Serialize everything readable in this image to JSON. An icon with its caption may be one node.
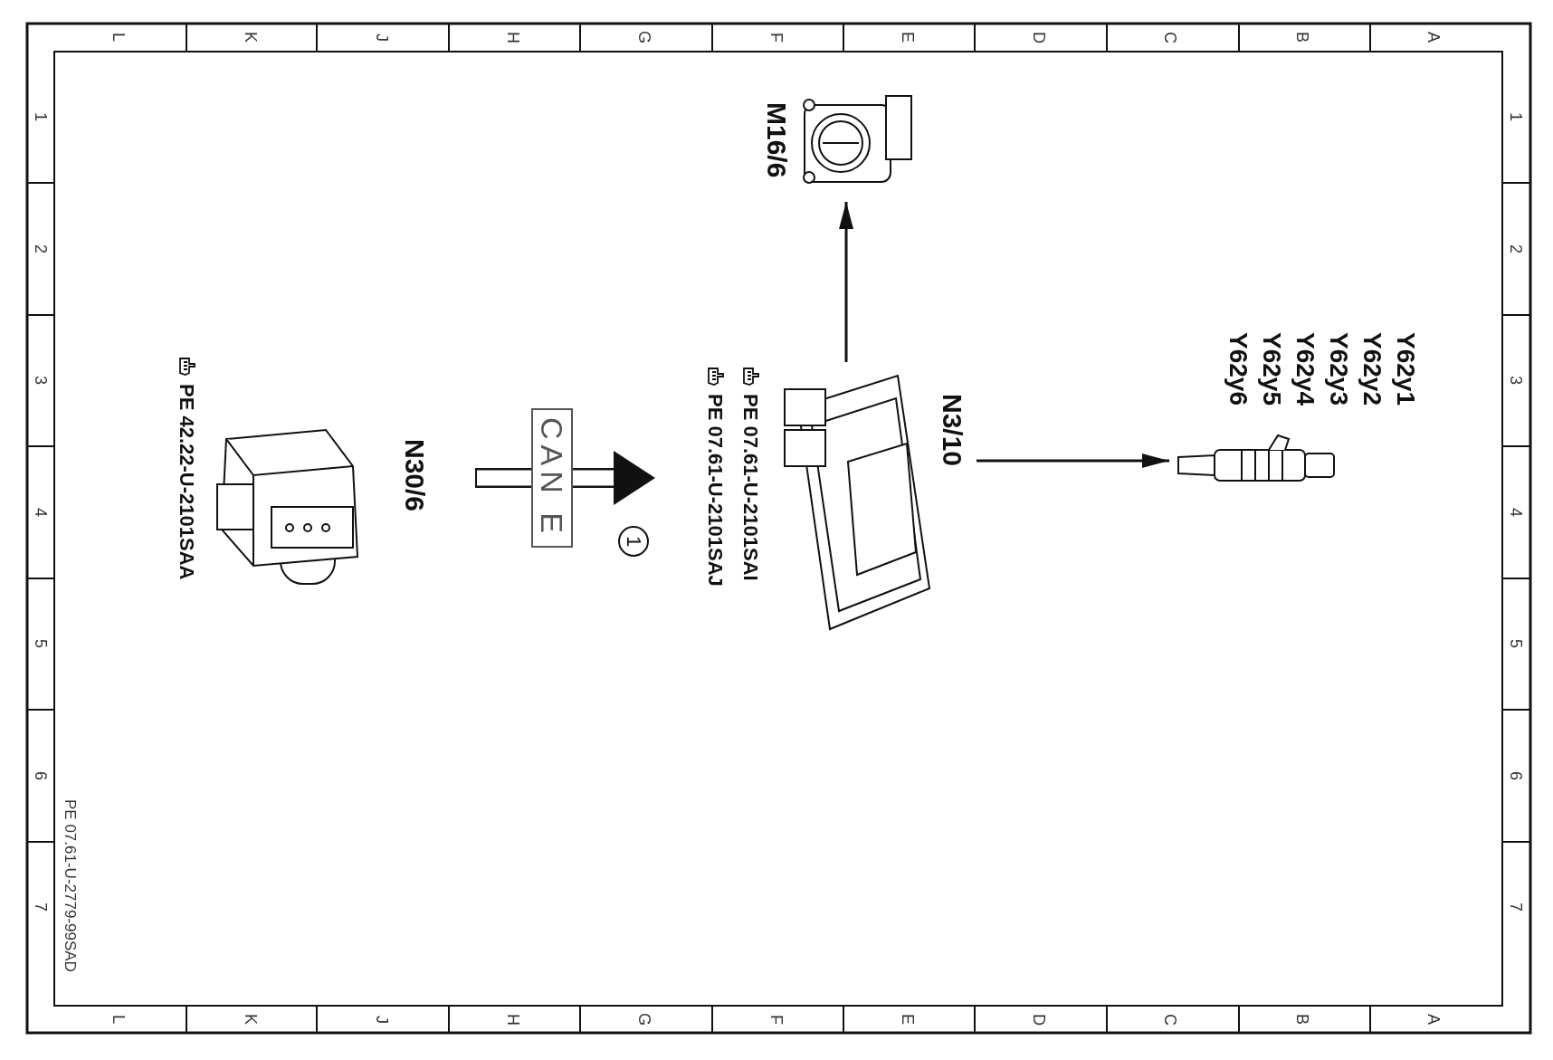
{
  "diagram": {
    "nodes": [
      {
        "text": [
          "N30/6"
        ],
        "beside": [
          "PE 42.22-U-2101SAA"
        ]
      },
      {
        "text": [
          "N3/10"
        ],
        "beside": [
          "PE 07.61-U-2101SAI",
          "PE 07.61-U-2101SAJ"
        ]
      },
      {
        "text": [
          "M16/6"
        ]
      },
      {
        "text": [
          "Y62y1",
          "Y62y2",
          "Y62y3",
          "Y62y4",
          "Y62y5",
          "Y62y6"
        ]
      }
    ],
    "edges": [
      {
        "from": 0,
        "to": 1,
        "arrow": "to",
        "label": "CAN E",
        "style": "thick"
      },
      {
        "from": 1,
        "to": 2,
        "arrow": "to"
      },
      {
        "from": 1,
        "to": 3,
        "arrow": "to"
      }
    ],
    "labels": [
      "L",
      "K",
      "J",
      "H",
      "G",
      "F",
      "E",
      "D",
      "C",
      "B",
      "A",
      "1",
      "2",
      "3",
      "4",
      "5",
      "6",
      "7",
      "1",
      "2",
      "3",
      "4",
      "5",
      "6",
      "7",
      "L",
      "K",
      "J",
      "H",
      "G",
      "F",
      "E",
      "D",
      "C",
      "B",
      "A",
      "1",
      "PE 07.61-U-2779-99SAD"
    ]
  }
}
